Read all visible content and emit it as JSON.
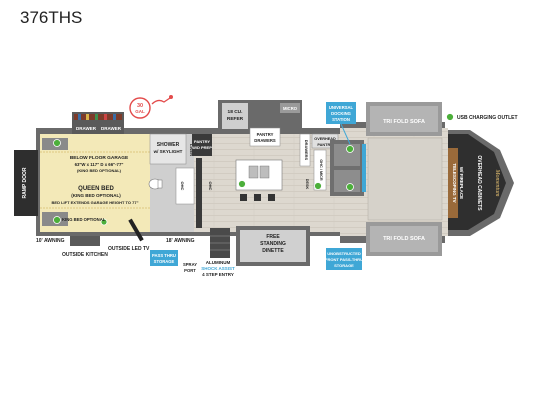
{
  "title": "376THS",
  "labels": {
    "ramp_door": "RAMP DOOR",
    "drawer1": "DRAWER",
    "drawer2": "DRAWER",
    "gal": "30",
    "gal_unit": "GAL",
    "below_floor_garage": "BELOW FLOOR GARAGE",
    "garage_dims": "63\"W x 117\" D x 66\"-77\"",
    "king_bed_optional_top": "(KING BED OPTIONAL)",
    "queen_bed": "QUEEN BED",
    "queen_bed_sub": "(KING BED OPTIONAL)",
    "bed_lift": "BED LIFT EXTENDS GARAGE HEIGHT TO 77\"",
    "king_bed_optional": "KING BED OPTIONAL",
    "shower": "SHOWER",
    "skylight": "w/ SKYLIGHT",
    "linen": "LINEN",
    "pantry_prep": "PANTRY",
    "prep": "W/D PREP",
    "ohc1": "OHC",
    "ohc2": "OHC",
    "refer": "18 CU.",
    "refer2": "REFER",
    "micro": "MICRO",
    "pantry_drawers1": "PANTRY",
    "pantry_drawers2": "DRAWERS",
    "drawers_vert": "DRAWERS",
    "overhead_pantry1": "OVERHEAD",
    "overhead_pantry2": "PANTRY",
    "ohc_vert": "OHC / MICR",
    "desk": "DESK",
    "docking1": "UNIVERSAL",
    "docking2": "DOCKING",
    "docking3": "STATION",
    "tri_fold_top": "TRI FOLD SOFA",
    "tri_fold_bottom": "TRI FOLD SOFA",
    "usb_legend": "USB CHARGING OUTLET",
    "tv_fireplace1": "TELESCOPING TV",
    "tv_fireplace2": "W/ FIREPLACE",
    "overhead_cabinets": "OVERHEAD CABINETS",
    "awning_left": "10' AWNING",
    "outside_kitchen": "OUTSIDE KITCHEN",
    "outside_tv": "OUTSIDE LED TV",
    "awning_right": "18' AWNING",
    "pass_thru1": "PASS THRU",
    "pass_thru2": "STORAGE",
    "spray1": "SPRAY",
    "spray2": "PORT",
    "aluminum": "ALUMINUM",
    "shock_assist": "SHOCK ASSIST",
    "step_entry": "4 STEP ENTRY",
    "free1": "FREE",
    "free2": "STANDING",
    "free3": "DINETTE",
    "unobstructed1": "UNOBSTRUCTED",
    "unobstructed2": "FRONT PASS-THRU",
    "unobstructed3": "STORAGE"
  },
  "colors": {
    "floor": "#dcd8d0",
    "wall": "#6a6a6a",
    "dark": "#3a3a3a",
    "garage": "#f3e9b8",
    "cyan": "#3fa7d6",
    "usb": "#4caf3a",
    "slide": "#9a9a9a"
  }
}
